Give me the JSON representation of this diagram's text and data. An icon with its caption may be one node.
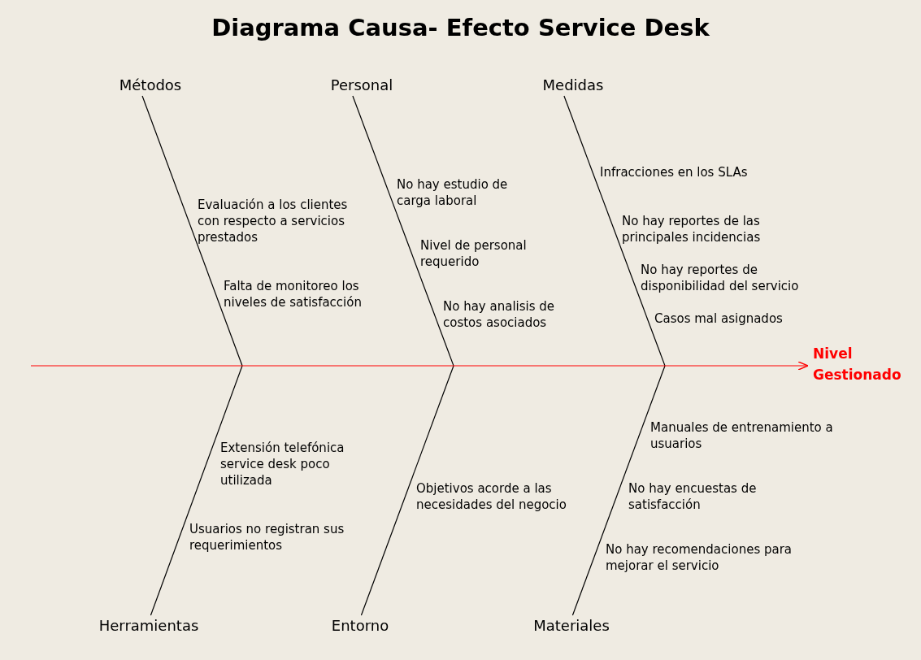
{
  "diagram": {
    "title": "Diagrama Causa- Efecto Service Desk",
    "nodes": [
      {
        "text": [
          "Métodos"
        ]
      },
      {
        "text": [
          "Personal"
        ]
      },
      {
        "text": [
          "Medidas"
        ]
      },
      {
        "text": [
          "Herramientas"
        ]
      },
      {
        "text": [
          "Entorno"
        ]
      },
      {
        "text": [
          "Materiales"
        ]
      },
      {
        "text": [
          "Nivel Gestionado"
        ]
      }
    ],
    "edges": [
      {
        "from": 0,
        "to": null,
        "arrow": "none"
      },
      {
        "from": 1,
        "to": null,
        "arrow": "none"
      },
      {
        "from": 2,
        "to": null,
        "arrow": "none"
      },
      {
        "from": 3,
        "to": null,
        "arrow": "none"
      },
      {
        "from": 4,
        "to": null,
        "arrow": "none"
      },
      {
        "from": 5,
        "to": null,
        "arrow": "none"
      },
      {
        "from": null,
        "to": 6,
        "arrow": "to",
        "color": "#ff0000"
      }
    ],
    "labels": [
      "Evaluación a los clientes con respecto a servicios prestados",
      "Falta de monitoreo los niveles de satisfacción",
      "No hay estudio de carga laboral",
      "Nivel de personal requerido",
      "No hay analisis de costos asociados",
      "Infracciones en los SLAs",
      "No hay reportes de las principales incidencias",
      "No hay reportes de disponibilidad del servicio",
      "Casos mal asignados",
      "Extensión telefónica service desk poco utilizada",
      "Usuarios no registran sus requerimientos",
      "Objetivos acorde a las necesidades del negocio",
      "Manuales de entrenamiento a usuarios",
      "No hay encuestas de satisfacción",
      "No hay recomendaciones para mejorar el servicio"
    ]
  }
}
